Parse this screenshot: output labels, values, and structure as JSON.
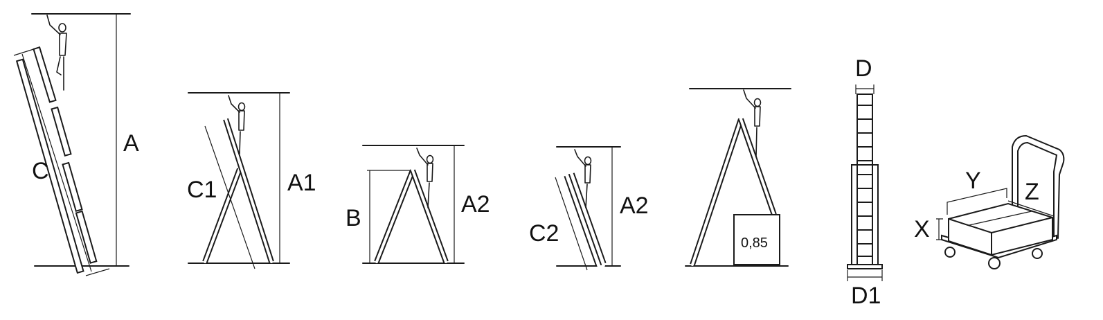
{
  "labels": {
    "A": "A",
    "C": "C",
    "C1": "C1",
    "A1": "A1",
    "B": "B",
    "A2_first": "A2",
    "C2": "C2",
    "A2_second": "A2",
    "box_value": "0,85",
    "D": "D",
    "D1": "D1",
    "X": "X",
    "Y": "Y",
    "Z": "Z"
  },
  "colors": {
    "line": "#1a1a1a",
    "background": "#ffffff"
  }
}
